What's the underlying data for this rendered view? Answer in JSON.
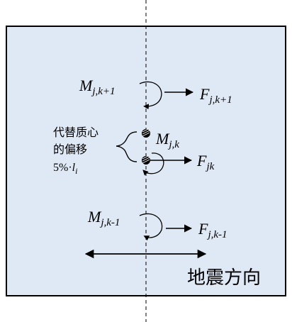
{
  "labels": {
    "m_top": {
      "main": "M",
      "sub": "j,k+1"
    },
    "f_top": {
      "main": "F",
      "sub": "j,k+1"
    },
    "m_mid": {
      "main": "M",
      "sub": "j,k"
    },
    "f_mid": {
      "main": "F",
      "sub": "jk"
    },
    "m_bot": {
      "main": "M",
      "sub": "j,k-1"
    },
    "f_bot": {
      "main": "F",
      "sub": "j,k-1"
    },
    "offset_line1": "代替质心",
    "offset_line2": "的偏移",
    "offset_line3_pre": "5%·",
    "offset_line3_var": "l",
    "offset_line3_sub": "i",
    "direction": "地震方向"
  },
  "colors": {
    "panel_fill": "#dfe8f5",
    "stroke": "#000000"
  }
}
